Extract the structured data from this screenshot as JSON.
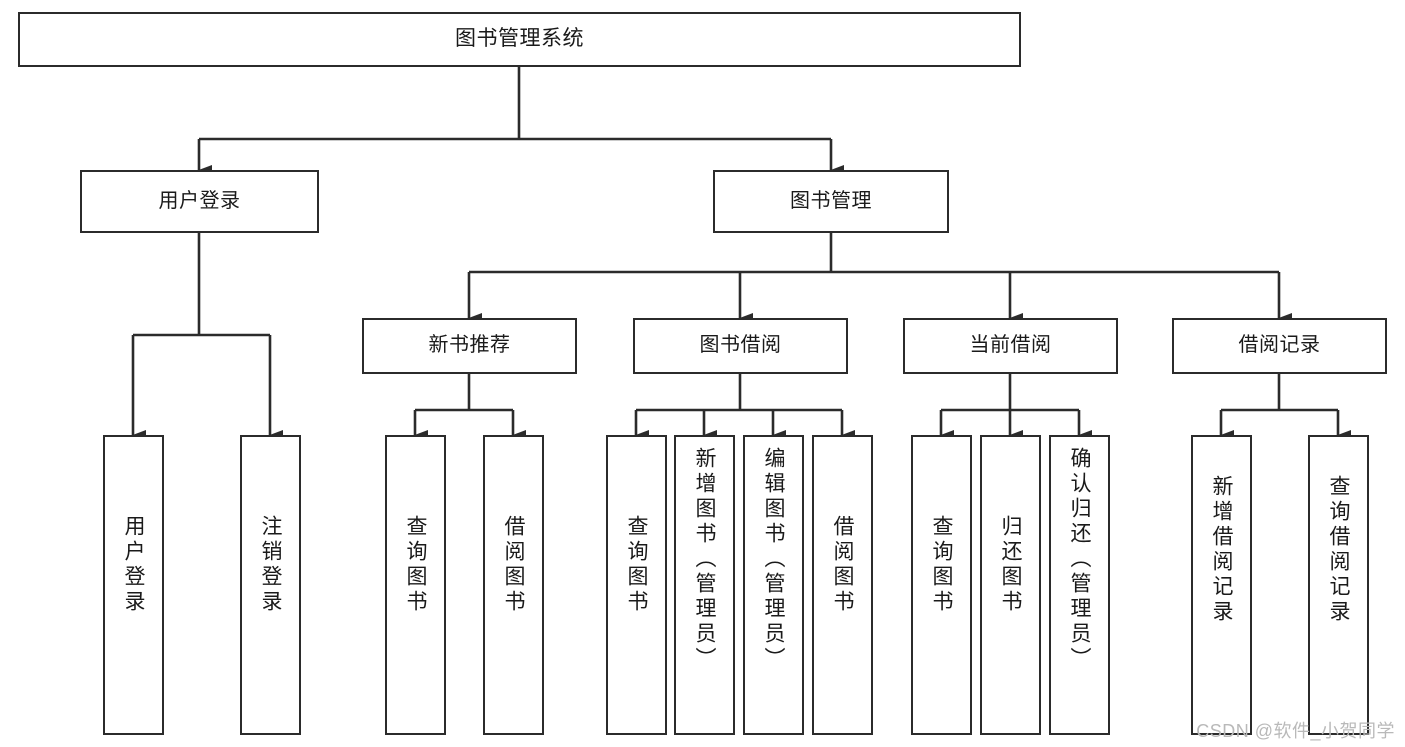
{
  "diagram": {
    "title_node": {
      "label": "图书管理系统"
    },
    "level2": [
      {
        "label": "用户登录"
      },
      {
        "label": "图书管理"
      }
    ],
    "level3": [
      {
        "label": "新书推荐"
      },
      {
        "label": "图书借阅"
      },
      {
        "label": "当前借阅"
      },
      {
        "label": "借阅记录"
      }
    ],
    "leaves": {
      "user_login": [
        {
          "label": "用户登录"
        },
        {
          "label": "注销登录"
        }
      ],
      "new_book": [
        {
          "label": "查询图书"
        },
        {
          "label": "借阅图书"
        }
      ],
      "book_borrow": [
        {
          "label": "查询图书"
        },
        {
          "label": "新增图书（管理员）"
        },
        {
          "label": "编辑图书（管理员）"
        },
        {
          "label": "借阅图书"
        }
      ],
      "current_borrow": [
        {
          "label": "查询图书"
        },
        {
          "label": "归还图书"
        },
        {
          "label": "确认归还（管理员）"
        }
      ],
      "borrow_record": [
        {
          "label": "新增借阅记录"
        },
        {
          "label": "查询借阅记录"
        }
      ]
    }
  },
  "watermark": {
    "text": "CSDN @软件_小贺同学"
  },
  "colors": {
    "stroke": "#2b2b2b",
    "fill": "#ffffff",
    "text": "#1a1a1a",
    "watermark": "#b9b9b9"
  }
}
